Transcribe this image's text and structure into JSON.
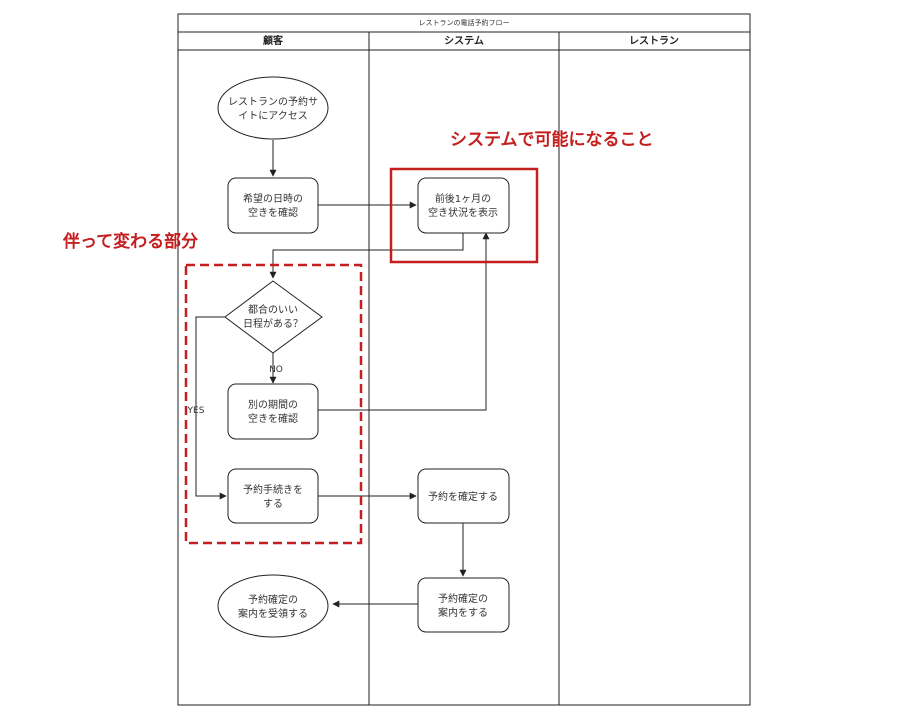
{
  "diagram": {
    "title": "レストランの電話予約フロー",
    "lanes": [
      "顧客",
      "システム",
      "レストラン"
    ],
    "nodes": {
      "start": [
        "レストランの予約サ",
        "イトにアクセス"
      ],
      "check_dates": [
        "希望の日時の",
        "空きを確認"
      ],
      "show_status": [
        "前後1ヶ月の",
        "空き状況を表示"
      ],
      "decision": [
        "都合のいい",
        "日程がある？"
      ],
      "check_other": [
        "別の期間の",
        "空きを確認"
      ],
      "reserve": [
        "予約手続きを",
        "する"
      ],
      "confirm": [
        "予約を確定する"
      ],
      "notify": [
        "予約確定の",
        "案内をする"
      ],
      "receive": [
        "予約確定の",
        "案内を受領する"
      ]
    },
    "edge_labels": {
      "no": "NO",
      "yes": "YES"
    },
    "annotations": {
      "system": "システムで可能になること",
      "changes": "伴って変わる部分"
    },
    "colors": {
      "accent": "#c41e1e",
      "line": "#222222"
    }
  }
}
